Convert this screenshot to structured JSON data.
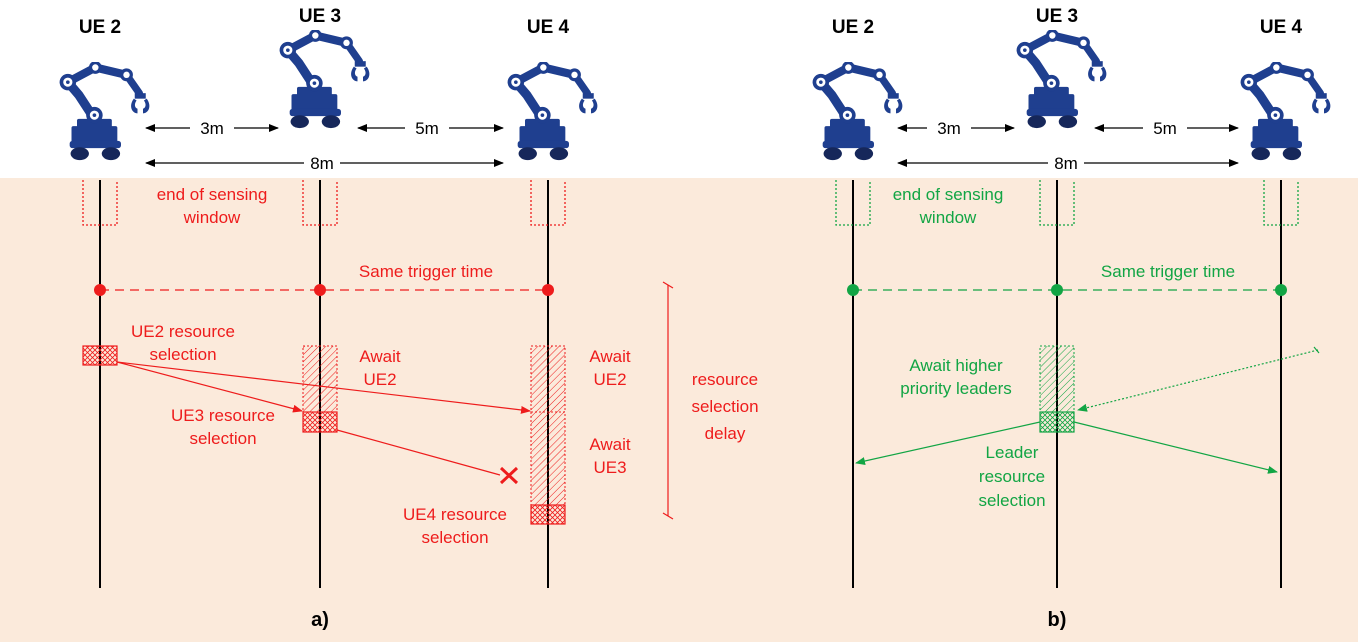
{
  "colors": {
    "robot": "#1f3f8f",
    "red": "#ee1c1c",
    "green": "#12a544",
    "background": "#fbeadb"
  },
  "panel_a": {
    "label": "a)",
    "ues": [
      "UE 2",
      "UE 3",
      "UE 4"
    ],
    "dist_23": "3m",
    "dist_34": "5m",
    "dist_24": "8m",
    "sensing_line1": "end of sensing",
    "sensing_line2": "window",
    "trigger": "Same trigger time",
    "ue2_sel_line1": "UE2 resource",
    "ue2_sel_line2": "selection",
    "ue3_sel_line1": "UE3 resource",
    "ue3_sel_line2": "selection",
    "ue4_sel_line1": "UE4 resource",
    "ue4_sel_line2": "selection",
    "await_ue2_a_line1": "Await",
    "await_ue2_a_line2": "UE2",
    "await_ue2_b_line1": "Await",
    "await_ue2_b_line2": "UE2",
    "await_ue3_line1": "Await",
    "await_ue3_line2": "UE3",
    "delay_line1": "resource",
    "delay_line2": "selection",
    "delay_line3": "delay"
  },
  "panel_b": {
    "label": "b)",
    "ues": [
      "UE 2",
      "UE 3",
      "UE 4"
    ],
    "dist_23": "3m",
    "dist_34": "5m",
    "dist_24": "8m",
    "sensing_line1": "end of sensing",
    "sensing_line2": "window",
    "trigger": "Same trigger time",
    "await_line1": "Await higher",
    "await_line2": "priority leaders",
    "leader_line1": "Leader",
    "leader_line2": "resource",
    "leader_line3": "selection"
  }
}
